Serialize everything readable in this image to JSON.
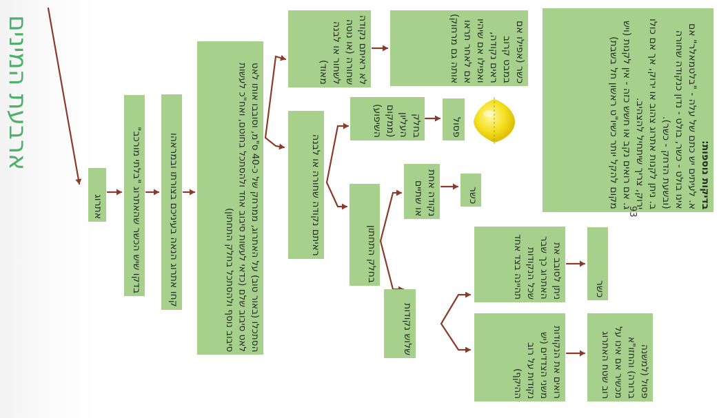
{
  "title": "ארבעת המינים",
  "page_number": "93",
  "boxes": {
    "etrog": "אתרוג",
    "check_grafted": "בדקו שיש הכשר שהאתרוג \"בלתי מורכב\"",
    "take_beautiful": "קחו אתרוג הנאה בעיניכם בצורתו ובמראהו",
    "look_instructions": "הסתכלו (באור טוב) על האתרוג, ממרחק של כ-40 ס\"מ, וסובבו אותו לאט לאט סיבוב שלם (כדאי לעשות סיבוב אחד ולהסתכל בחוטם, ואח\"כ לעשות סיבוב נוסף ולהסתכל בחלק התחתון)",
    "no_spot": "לא ראיתם נקודה שחורה (או נוטה לשחור או לבנה מאוד)",
    "kosher_far": "כשר (אפילו אם במבט קרוב ראים נקודה, ואפילו אם שיהיו אם לאחר תראו אותה גם מרחוק)",
    "saw_spot": "ראיתם נקודה שחורה או לבנה",
    "top_part": "בחלק העליון (ממקום השיפוע)",
    "pasul_top": "פסול",
    "bottom_part": "בחלק התחתון",
    "one_two_spots": "נקודה אחת או שתיים",
    "kosher_two": "כשר",
    "three_spots": "שלוש נקודות",
    "can_rotate": "ניתן לסובב את האתרוג כך שבר שכל הנקודות תהיינה בצד אחד",
    "kosher_side": "כשר",
    "see_sides": "רואים את הנקודות משני הצדדים (יש נקודות על רוב ההיקף)",
    "pasul_rav": "פסול (למשנה ברורה) והחזו\"א מכשיר אם אינו על רוב שטח האתרוג",
    "extra_title": "בדיקות נוספות:",
    "extra_a": "א. לעיתים יש כתם של עלה - \"בלטמאלר\" אם אינו בולט - כשר, בולט - נדון כנקודה שחורה (ובשעת הדחק - כשר).",
    "extra_b": "ב. ניתן לקנות אתרוג צהוב או ירוק, אך אם כולו ירוק, צריך שיתחיל להצהיב.",
    "extra_g": "ג. אם רואים נקב או חשש כזה - אין לקנות (ויש מקום להקל יותר כשיו\"ט ראשון חל בשבת)"
  },
  "colors": {
    "title": "#4fb06a",
    "box": "#a8d08d",
    "arrow": "#8b3a2a"
  },
  "icons": {
    "lemon": "etrog-image"
  }
}
